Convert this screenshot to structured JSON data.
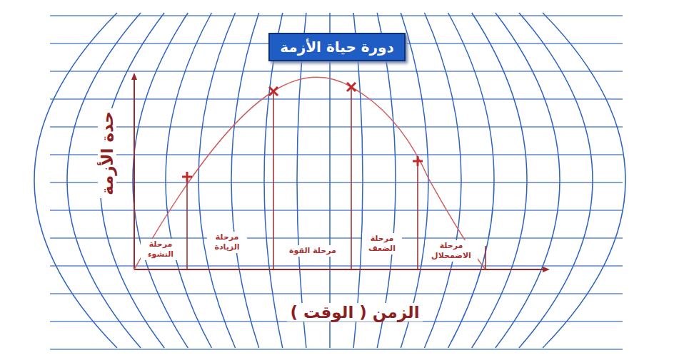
{
  "diagram": {
    "title": "دورة حياة الأزمة",
    "labels": [
      "حدة الأزمة",
      "مرحلة النشوء",
      "مرحلة الزيادة",
      "مرحلة القوة",
      "مرحلة الضعف",
      "مرحلة الاضمحلال",
      "الزمن ( الوقت )"
    ]
  }
}
